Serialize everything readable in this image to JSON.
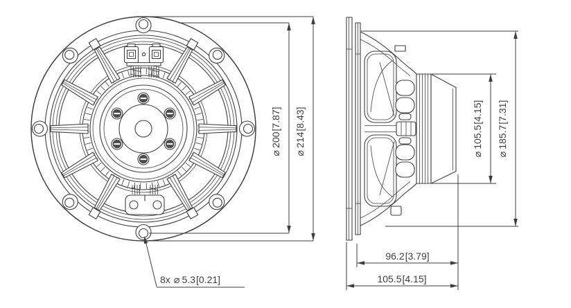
{
  "colors": {
    "line": "#3d3d3d",
    "background": "#ffffff"
  },
  "front_view": {
    "dims": {
      "bolt_circle": {
        "phi": "⌀",
        "mm": "200",
        "inch": "[7.87]"
      },
      "overall_diameter": {
        "phi": "⌀",
        "mm": "214",
        "inch": "[8.43]"
      },
      "mounting_holes": {
        "count": "8x",
        "phi": "⌀",
        "mm": "5.3",
        "inch": "[0.21]"
      }
    }
  },
  "side_view": {
    "dims": {
      "magnet_diameter": {
        "phi": "⌀",
        "mm": "105.5",
        "inch": "[4.15]"
      },
      "basket_diameter": {
        "phi": "⌀",
        "mm": "185.7",
        "inch": "[7.31]"
      },
      "mounting_depth": {
        "mm": "96.2",
        "inch": "[3.79]"
      },
      "total_depth": {
        "mm": "105.5",
        "inch": "[4.15]"
      }
    }
  }
}
